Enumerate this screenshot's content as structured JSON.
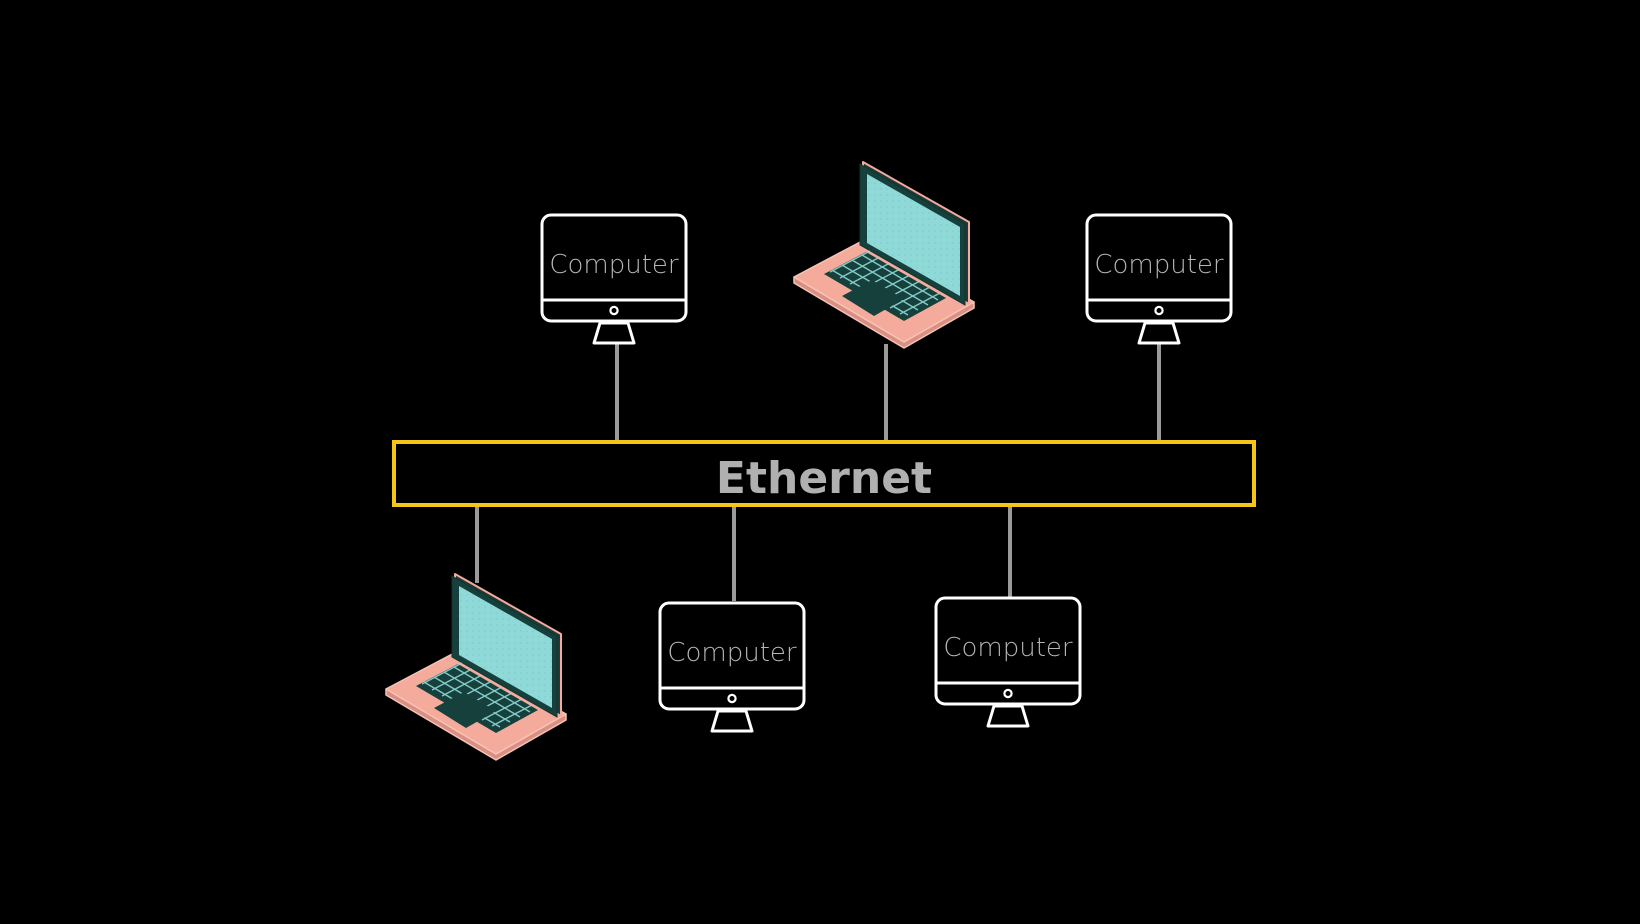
{
  "bus": {
    "label": "Ethernet",
    "border_color": "#f5c518",
    "label_color": "#b0b0b0"
  },
  "devices": [
    {
      "id": "top-left",
      "kind": "desktop",
      "label": "Computer"
    },
    {
      "id": "top-center",
      "kind": "laptop"
    },
    {
      "id": "top-right",
      "kind": "desktop",
      "label": "Computer"
    },
    {
      "id": "bottom-left",
      "kind": "laptop"
    },
    {
      "id": "bottom-center",
      "kind": "desktop",
      "label": "Computer"
    },
    {
      "id": "bottom-right",
      "kind": "desktop",
      "label": "Computer"
    }
  ],
  "colors": {
    "background": "#000000",
    "cable": "#9a9a9a",
    "monitor_outline": "#ffffff",
    "laptop_screen": "#8fd9d8",
    "laptop_body": "#f4ab9c",
    "laptop_dark": "#16403c"
  }
}
